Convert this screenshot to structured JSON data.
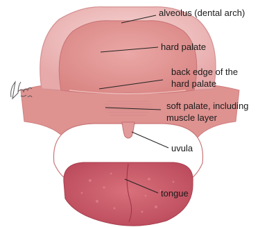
{
  "diagram": {
    "labels": {
      "alveolus": "alveolus (dental arch)",
      "hard_palate": "hard palate",
      "back_edge_line1": "back edge of the",
      "back_edge_line2": "hard palate",
      "soft_palate_line1": "soft palate, including",
      "soft_palate_line2": "muscle layer",
      "uvula": "uvula",
      "tongue": "tongue"
    },
    "signature": "JHalsu 05"
  },
  "colors": {
    "gum": "#e9aeb0",
    "palate": "#e39b9c",
    "soft_palate": "#de8f8e",
    "tongue": "#cc5b63",
    "outline": "#c97577",
    "leader_line": "#222222"
  }
}
